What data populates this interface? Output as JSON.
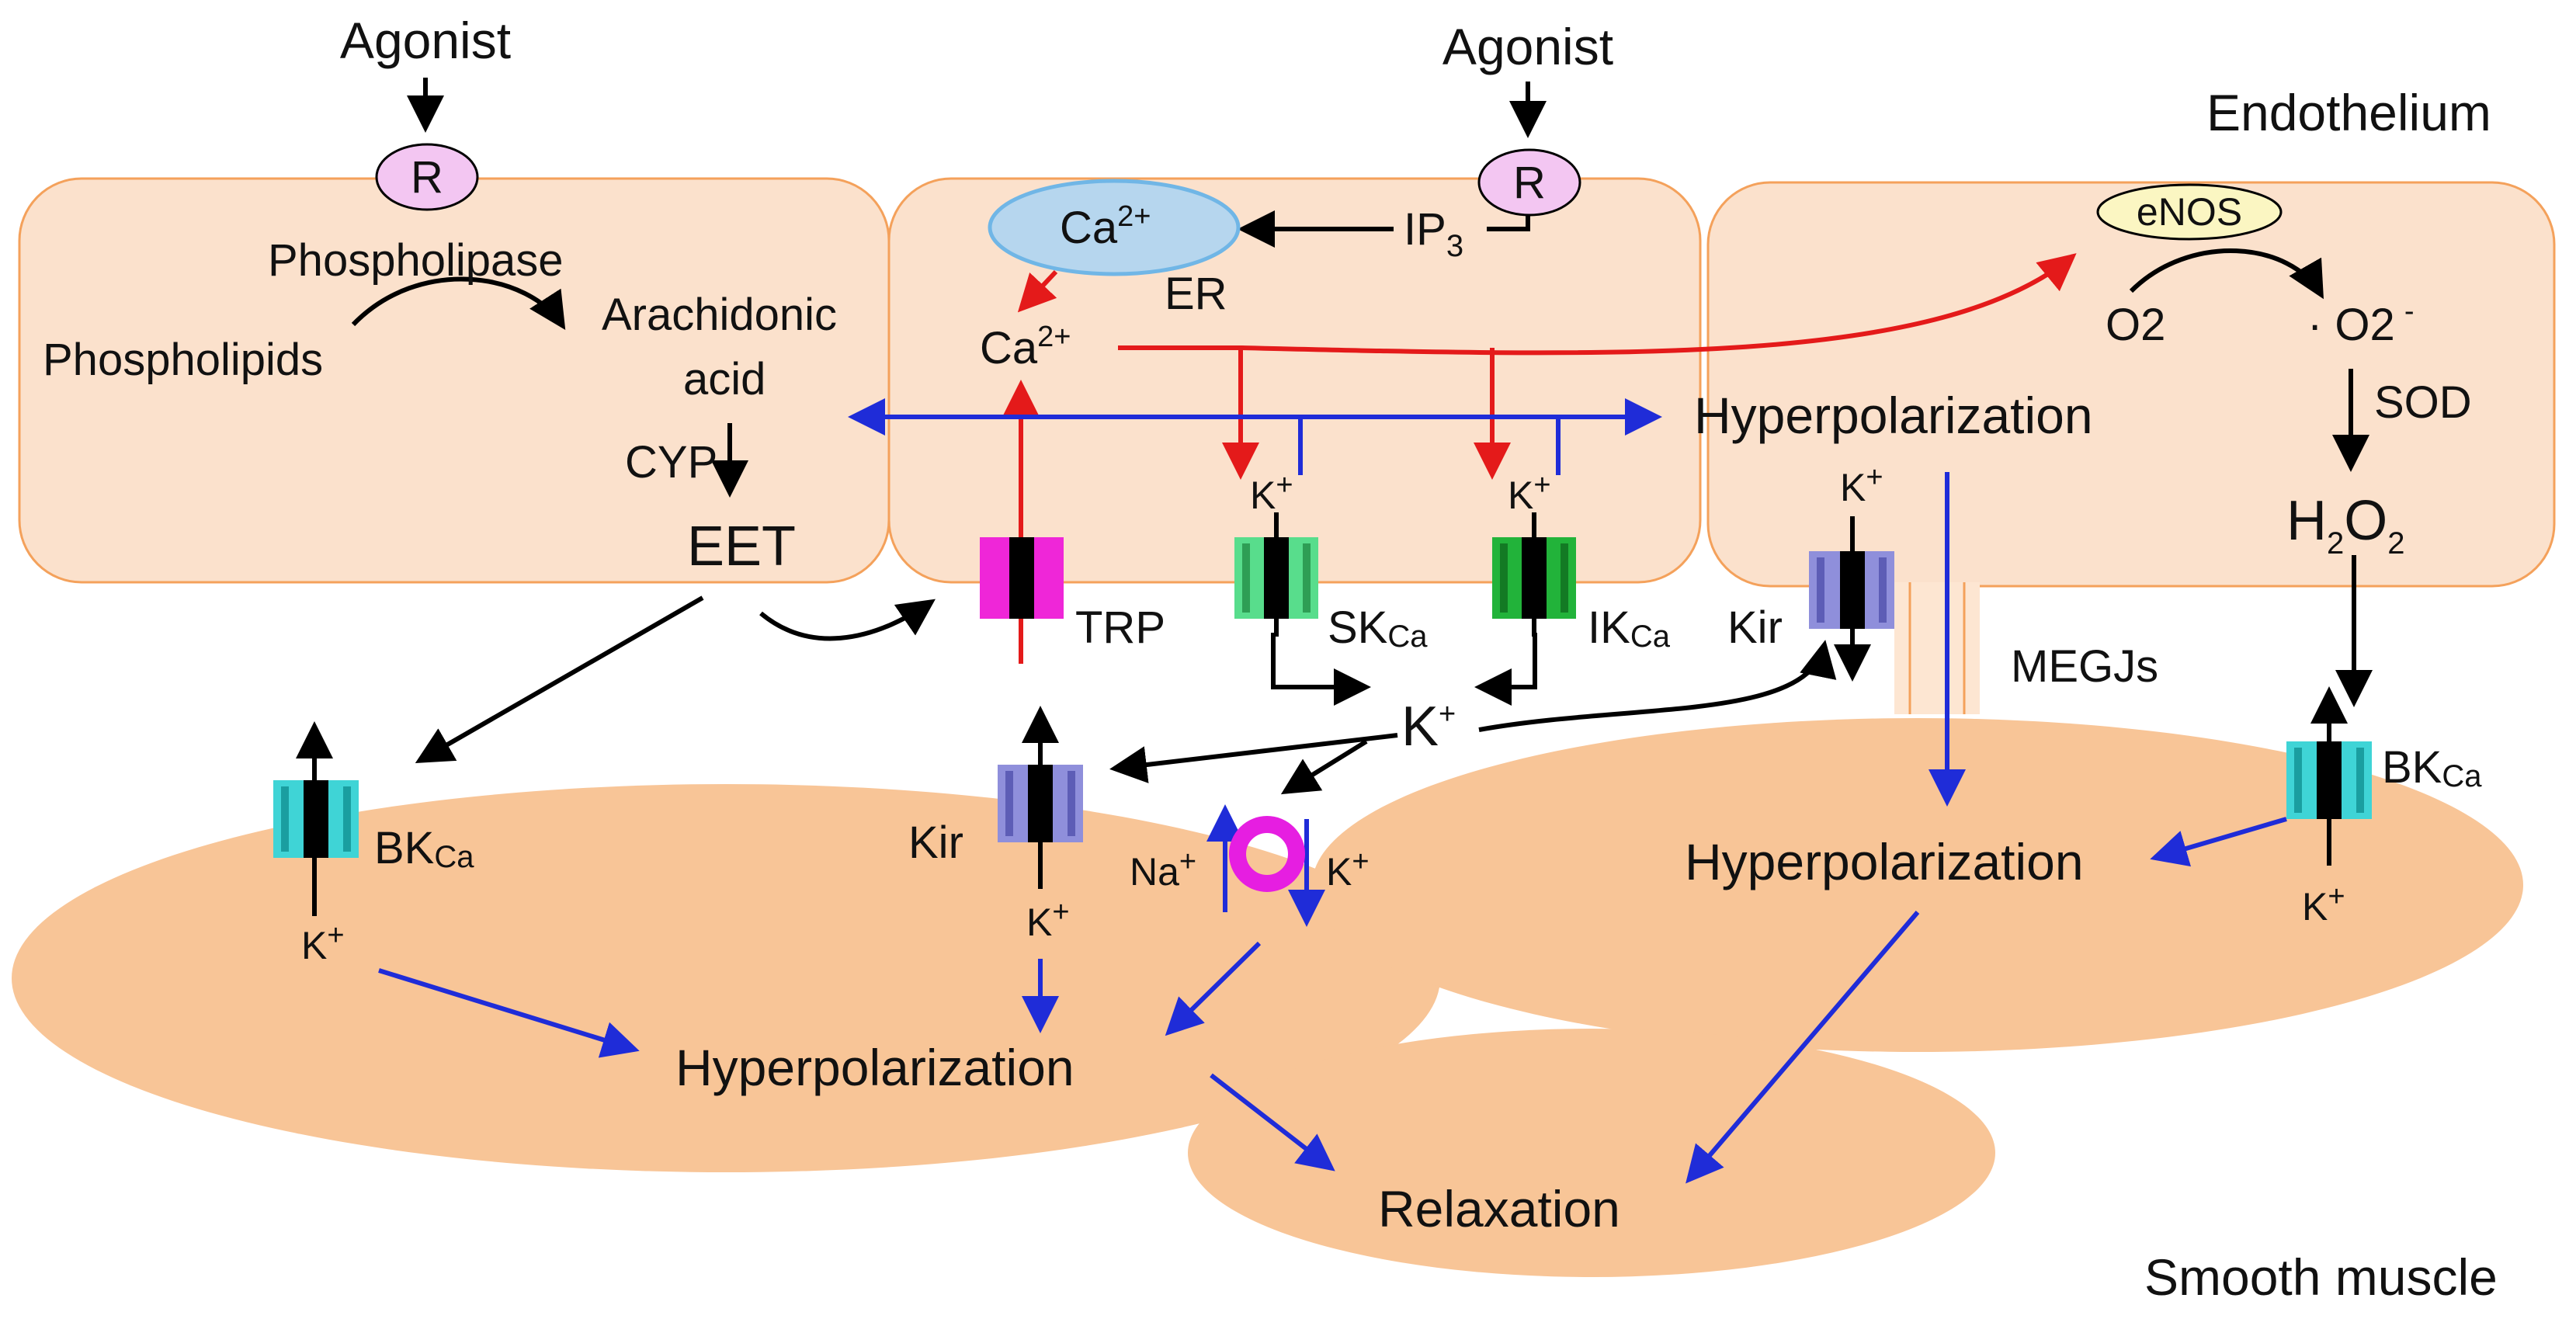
{
  "colors": {
    "endothelium_fill": "#fbe1cc",
    "endothelium_stroke": "#f4a15b",
    "smooth_muscle_fill": "#f8c597",
    "receptor_fill": "#f3c6f2",
    "er_fill": "#b6d6ee",
    "er_stroke": "#70b6e6",
    "enos_fill": "#fbf6c2",
    "arrow_black": "#000000",
    "arrow_red": "#e41a1a",
    "arrow_blue": "#1f2cd8",
    "trp_color": "#ef26d8",
    "skca_color": "#58dd8c",
    "ikca_color": "#22b33a",
    "kir_color": "#8f8fdb",
    "bkca_color": "#3fd4d6",
    "nak_pump_color": "#e61ee1",
    "megj_fill": "#fde6d2"
  },
  "labels": {
    "agonist_left": "Agonist",
    "agonist_right": "Agonist",
    "receptor_left": "R",
    "receptor_right": "R",
    "endothelium": "Endothelium",
    "smooth_muscle": "Smooth muscle",
    "phospholipase": "Phospholipase",
    "phospholipids": "Phospholipids",
    "arachidonic": "Arachidonic",
    "acid": "acid",
    "cyp": "CYP",
    "eet": "EET",
    "er_ca": "Ca",
    "er_ca_sup": "2+",
    "ip3": "IP",
    "ip3_sub": "3",
    "er": "ER",
    "cyto_ca": "Ca",
    "cyto_ca_sup": "2+",
    "enos": "eNOS",
    "o2": "O2",
    "superoxide": "· O2",
    "superoxide_sup": "-",
    "sod": "SOD",
    "h2o2_h": "H",
    "h2o2_2a": "2",
    "h2o2_o": "O",
    "h2o2_2b": "2",
    "hyperpolarization_endo": "Hyperpolarization",
    "k_plus_sk": "K",
    "k_plus_ik": "K",
    "k_plus_kir_endo": "K",
    "plus": "+",
    "trp": "TRP",
    "skca": "SK",
    "skca_sub": "Ca",
    "ikca": "IK",
    "ikca_sub": "Ca",
    "kir_endo": "Kir",
    "megjs": "MEGJs",
    "k_plus_center": "K",
    "bkca_left": "BK",
    "bkca_left_sub": "Ca",
    "k_plus_bk_left": "K",
    "kir_sm": "Kir",
    "k_plus_kir_sm": "K",
    "na_plus": "Na",
    "k_plus_pump": "K",
    "hyperpolarization_sm_left": "Hyperpolarization",
    "hyperpolarization_sm_right": "Hyperpolarization",
    "bkca_right": "BK",
    "bkca_right_sub": "Ca",
    "k_plus_bk_right": "K",
    "relaxation": "Relaxation"
  }
}
